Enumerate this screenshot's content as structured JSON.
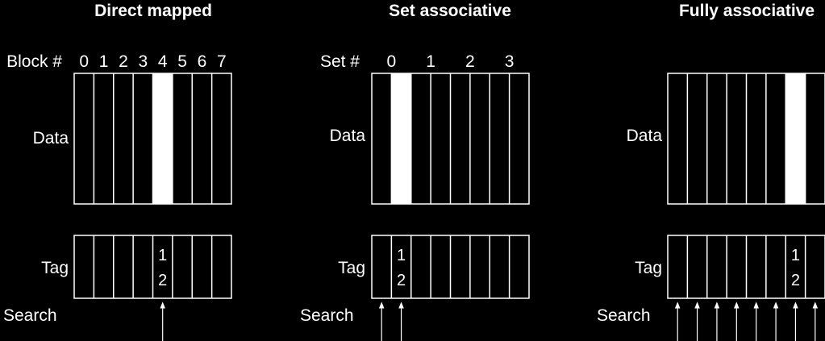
{
  "colors": {
    "background": "#000000",
    "foreground": "#ffffff",
    "highlight": "#ffffff"
  },
  "panels": [
    {
      "title": "Direct mapped",
      "index_label": "Block #",
      "index_values": [
        "0",
        "1",
        "2",
        "3",
        "4",
        "5",
        "6",
        "7"
      ],
      "data_label": "Data",
      "tag_label": "Tag",
      "search_label": "Search",
      "columns": 8,
      "highlighted_column": 4,
      "tag_value": [
        "1",
        "2"
      ],
      "tag_column": 4,
      "search_columns": [
        4
      ]
    },
    {
      "title": "Set associative",
      "index_label": "Set #",
      "index_values": [
        "0",
        "1",
        "2",
        "3"
      ],
      "data_label": "Data",
      "tag_label": "Tag",
      "search_label": "Search",
      "columns": 8,
      "highlighted_column": 1,
      "tag_value": [
        "1",
        "2"
      ],
      "tag_column": 1,
      "search_columns": [
        0,
        1
      ]
    },
    {
      "title": "Fully associative",
      "index_label": "",
      "index_values": [],
      "data_label": "Data",
      "tag_label": "Tag",
      "search_label": "Search",
      "columns": 8,
      "highlighted_column": 6,
      "tag_value": [
        "1",
        "2"
      ],
      "tag_column": 6,
      "search_columns": [
        0,
        1,
        2,
        3,
        4,
        5,
        6,
        7
      ]
    }
  ]
}
